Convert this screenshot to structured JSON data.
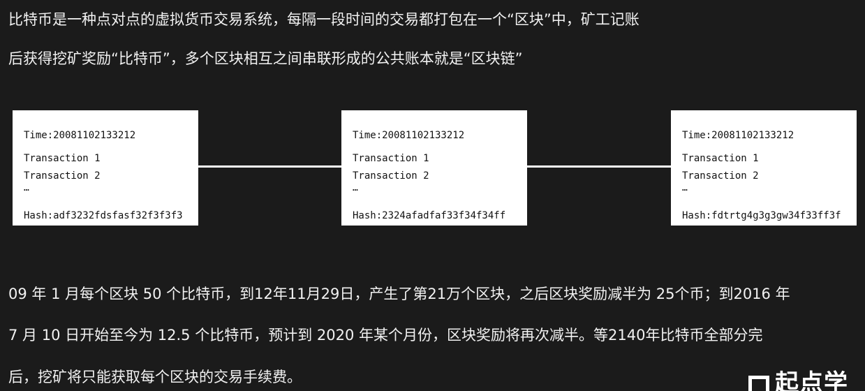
{
  "intro": {
    "line1": "比特币是一种点对点的虚拟货币交易系统，每隔一段时间的交易都打包在一个“区块”中，矿工记账",
    "line2": "后获得挖矿奖励“比特币”，多个区块相互之间串联形成的公共账本就是“区块链”"
  },
  "blocks": [
    {
      "time": "Time:20081102133212",
      "tx1": "Transaction 1",
      "tx2": "Transaction 2",
      "dots": "…",
      "hash": "Hash:adf3232fdsfasf32f3f3f3"
    },
    {
      "time": "Time:20081102133212",
      "tx1": "Transaction 1",
      "tx2": "Transaction 2",
      "dots": "…",
      "hash": "Hash:2324afadfaf33f34f34ff"
    },
    {
      "time": "Time:20081102133212",
      "tx1": "Transaction 1",
      "tx2": "Transaction 2",
      "dots": "…",
      "hash": "Hash:fdtrtg4g3g3gw34f33ff3f"
    }
  ],
  "notes": {
    "line1": "09 年 1 月每个区块 50 个比特币，到12年11月29日，产生了第21万个区块，之后区块奖励减半为 25个币；到2016 年",
    "line2": "7 月 10 日开始至今为 12.5 个比特币，预计到 2020 年某个月份，区块奖励将再次减半。等2140年比特币全部分完",
    "line3": "后，挖矿将只能获取每个区块的交易手续费。"
  },
  "logo": {
    "text": "起点学",
    "icon": "logo-mark-icon"
  }
}
